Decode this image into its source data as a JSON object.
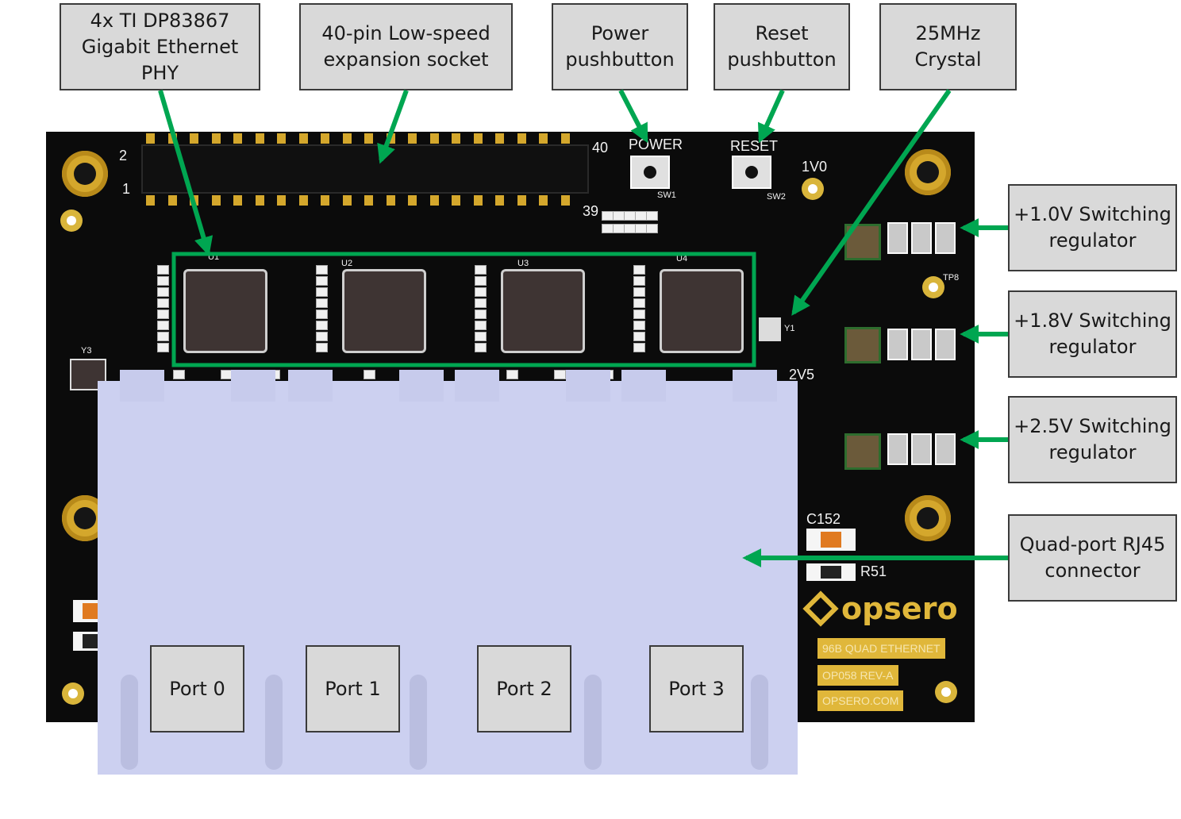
{
  "callouts": {
    "phy": [
      "4x TI DP83867",
      "Gigabit Ethernet",
      "PHY"
    ],
    "expansion": [
      "40-pin Low-speed",
      "expansion socket"
    ],
    "power": [
      "Power",
      "pushbutton"
    ],
    "reset": [
      "Reset",
      "pushbutton"
    ],
    "crystal": [
      "25MHz",
      "Crystal"
    ],
    "reg1v0": [
      "+1.0V Switching",
      "regulator"
    ],
    "reg1v8": [
      "+1.8V Switching",
      "regulator"
    ],
    "reg2v5": [
      "+2.5V Switching",
      "regulator"
    ],
    "rj45": [
      "Quad-port RJ45",
      "connector"
    ]
  },
  "ports": [
    "Port 0",
    "Port 1",
    "Port 2",
    "Port 3"
  ],
  "silkscreen": {
    "power": "POWER",
    "reset": "RESET",
    "pin40": "40",
    "pin39": "39",
    "pin2": "2",
    "pin1": "1",
    "v1v0": "1V0",
    "v2v5": "2V5",
    "c152": "C152",
    "r51": "R51",
    "sw1": "SW1",
    "sw2": "SW2",
    "y1": "Y1",
    "y3": "Y3",
    "tp8": "TP8",
    "u1": "U1",
    "u2": "U2",
    "u3": "U3",
    "u4": "U4"
  },
  "brand": {
    "logo": "opsero",
    "line1": "96B QUAD ETHERNET",
    "line2": "OP058 REV-A",
    "line3": "OPSERO.COM"
  },
  "colors": {
    "arrow": "#00a651",
    "board": "#0b0b0b",
    "gold": "#d4a72c",
    "connector": "#ccd0f0",
    "callout_fill": "#d9d9d9"
  }
}
